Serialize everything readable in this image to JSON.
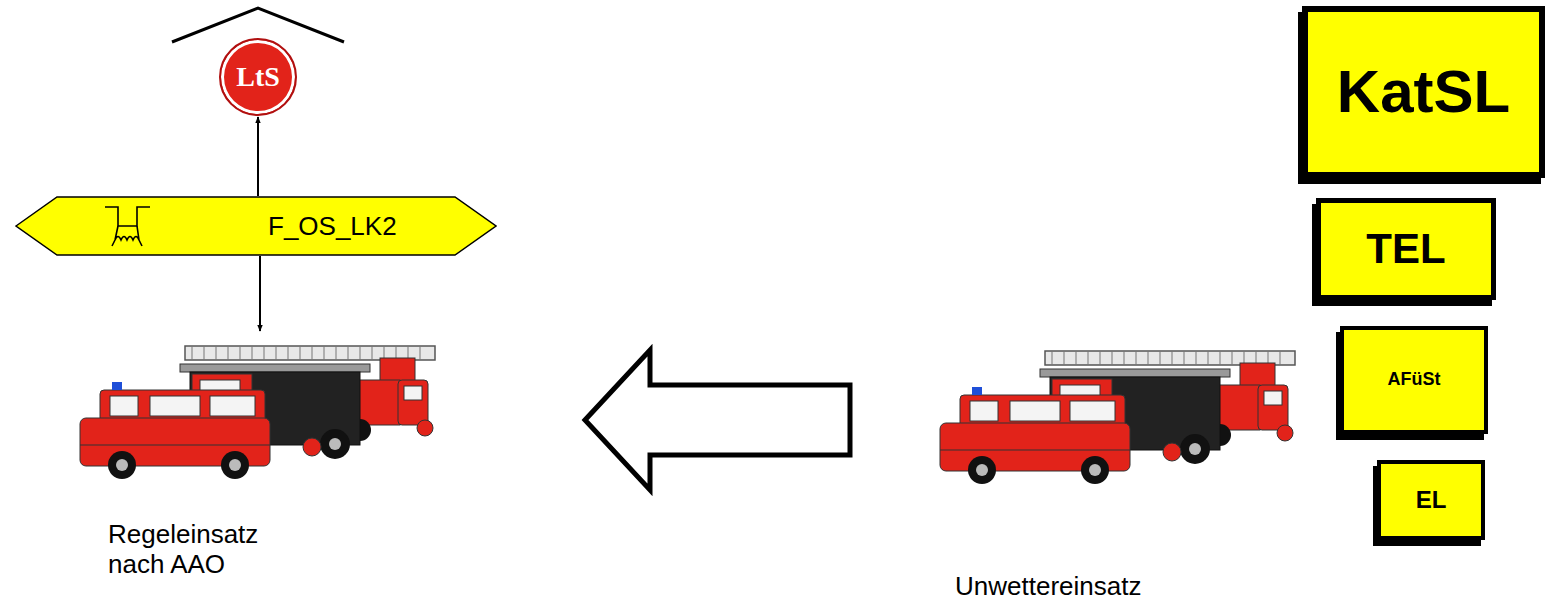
{
  "diagram": {
    "nodes": [
      {
        "text": [
          "LtS"
        ]
      },
      {
        "text": [
          "F_OS_LK2"
        ]
      },
      {
        "text": [
          "Regeleinsatz nach AAO"
        ]
      },
      {
        "text": [
          "Unwettereinsatz"
        ]
      },
      {
        "text": [
          "KatSL"
        ]
      },
      {
        "text": [
          "TEL"
        ]
      },
      {
        "text": [
          "AFüSt"
        ]
      },
      {
        "text": [
          "EL"
        ]
      }
    ],
    "edges": [
      {
        "from": 1,
        "to": 0,
        "arrow": "to"
      },
      {
        "from": 1,
        "to": 2,
        "arrow": "to"
      },
      {
        "from": 3,
        "to": 2,
        "arrow": "to"
      }
    ]
  }
}
